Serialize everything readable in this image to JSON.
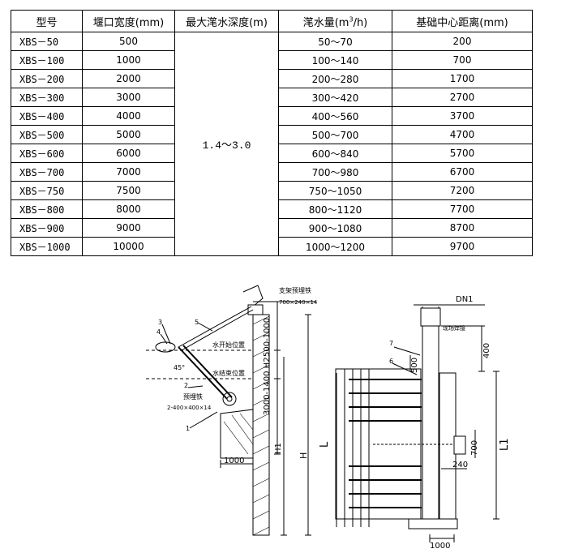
{
  "table": {
    "headers": {
      "model": "型号",
      "weir_width": "堰口宽度(mm)",
      "max_depth": "最大滗水深度(m)",
      "capacity_prefix": "滗水量(m",
      "capacity_sup": "3",
      "capacity_suffix": "/h)",
      "center_distance": "基础中心距离(mm)"
    },
    "max_depth_value": "1.4～3.0",
    "rows": [
      {
        "model": "XBS－50",
        "width": "500",
        "capacity": "50～70",
        "distance": "200"
      },
      {
        "model": "XBS－100",
        "width": "1000",
        "capacity": "100～140",
        "distance": "700"
      },
      {
        "model": "XBS－200",
        "width": "2000",
        "capacity": "200～280",
        "distance": "1700"
      },
      {
        "model": "XBS－300",
        "width": "3000",
        "capacity": "300～420",
        "distance": "2700"
      },
      {
        "model": "XBS－400",
        "width": "4000",
        "capacity": "400～560",
        "distance": "3700"
      },
      {
        "model": "XBS－500",
        "width": "5000",
        "capacity": "500～700",
        "distance": "4700"
      },
      {
        "model": "XBS－600",
        "width": "6000",
        "capacity": "600～840",
        "distance": "5700"
      },
      {
        "model": "XBS－700",
        "width": "7000",
        "capacity": "700～980",
        "distance": "6700"
      },
      {
        "model": "XBS－750",
        "width": "7500",
        "capacity": "750～1050",
        "distance": "7200"
      },
      {
        "model": "XBS－800",
        "width": "8000",
        "capacity": "800～1120",
        "distance": "7700"
      },
      {
        "model": "XBS－900",
        "width": "9000",
        "capacity": "900～1080",
        "distance": "8700"
      },
      {
        "model": "XBS－1000",
        "width": "10000",
        "capacity": "1000～1200",
        "distance": "9700"
      }
    ]
  },
  "side_view": {
    "bracket_label": "支架预埋铁",
    "bracket_size": "700×240×14",
    "water_start": "水开始位置",
    "water_end": "水结束位置",
    "embed_label": "预埋铁",
    "embed_size": "2-400×400×14",
    "angle": "45°",
    "dim_top": "500-1000",
    "dim_mid": "3000-1400 H2",
    "dim_h1": "H1",
    "dim_h": "H",
    "dim_l": "L",
    "dim_base": "1000",
    "callouts": [
      "1",
      "2",
      "3",
      "4",
      "5"
    ]
  },
  "front_view": {
    "dn": "DN1",
    "weld_label": "现场焊接",
    "dim_500": "500",
    "dim_400": "400",
    "dim_700": "700",
    "dim_240": "240",
    "dim_l1": "L1",
    "dim_base": "1000",
    "callouts": [
      "6",
      "7"
    ]
  }
}
